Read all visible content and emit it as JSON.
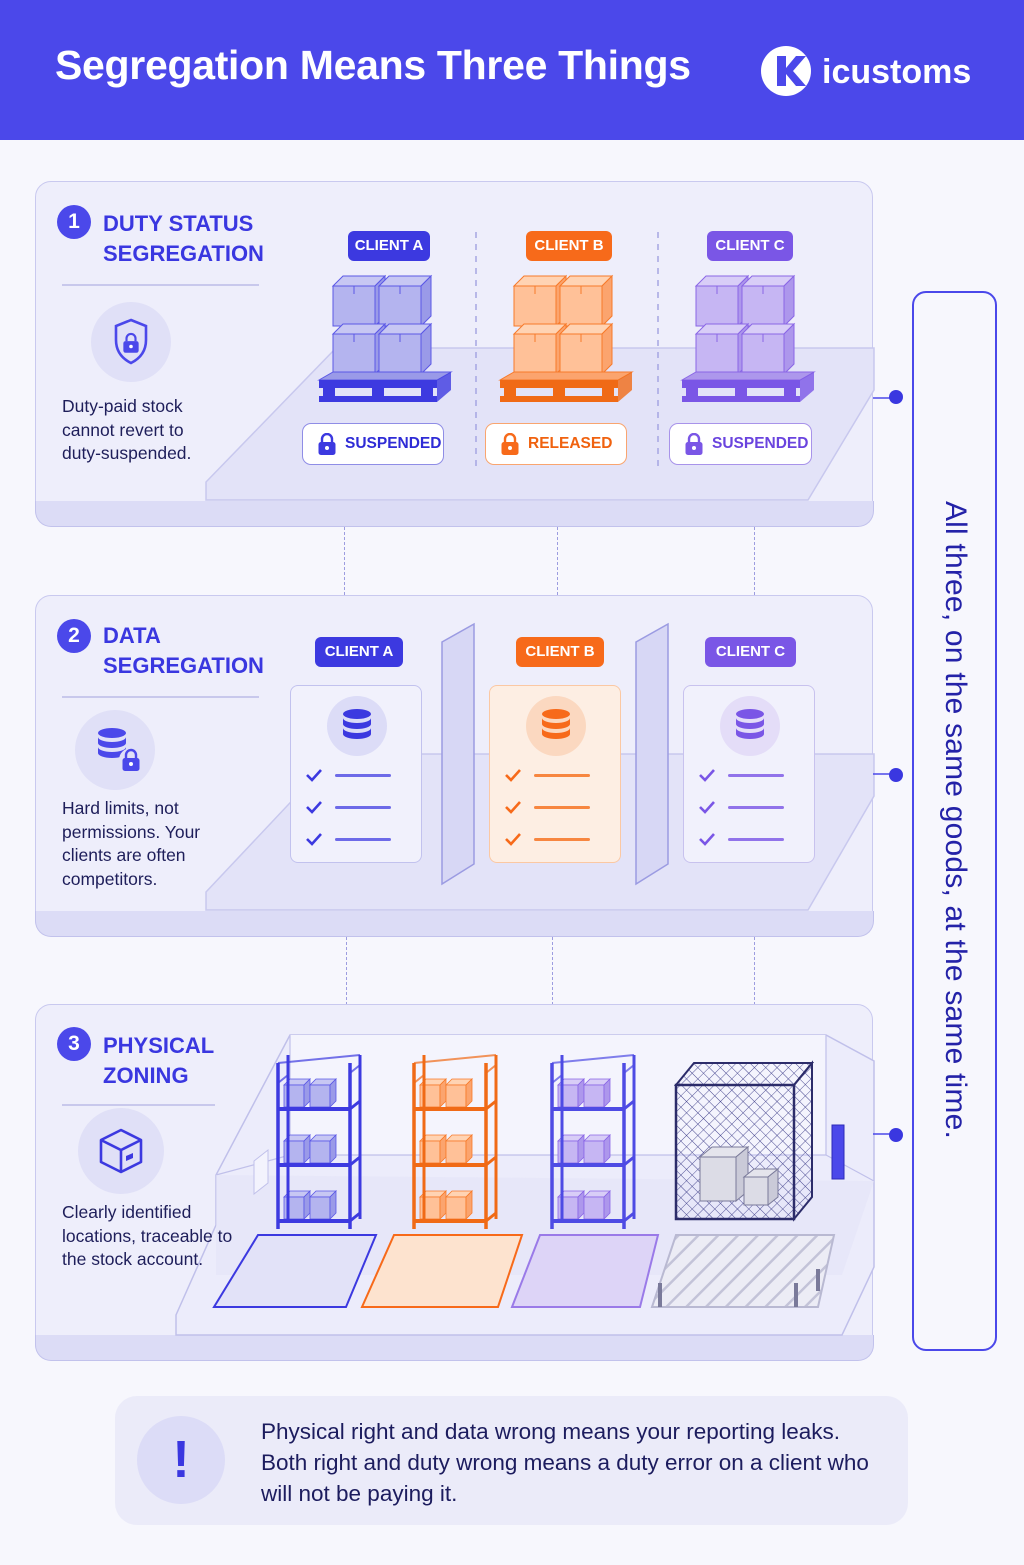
{
  "header": {
    "title": "Segregation Means Three Things",
    "brand": "icustoms"
  },
  "colors": {
    "header_bg": "#4b48ea",
    "client_a": "#3c39e0",
    "client_b": "#f76a1a",
    "client_c": "#7a56e6"
  },
  "sections": [
    {
      "number": "1",
      "title": "DUTY STATUS SEGREGATION",
      "icon": "shield-lock-icon",
      "description": "Duty-paid stock cannot revert to duty-suspended.",
      "clients": [
        "CLIENT A",
        "CLIENT B",
        "CLIENT C"
      ],
      "statuses": [
        "SUSPENDED",
        "RELEASED",
        "SUSPENDED"
      ]
    },
    {
      "number": "2",
      "title": "DATA SEGREGATION",
      "icon": "database-lock-icon",
      "description": "Hard limits, not permissions. Your clients are often competitors.",
      "clients": [
        "CLIENT A",
        "CLIENT B",
        "CLIENT C"
      ]
    },
    {
      "number": "3",
      "title": "PHYSICAL ZONING",
      "icon": "box-icon",
      "description": "Clearly identified locations, traceable to the stock account."
    }
  ],
  "side_note": "All three, on the same goods, at the same time.",
  "bottom_note": {
    "icon": "exclamation-icon",
    "text": "Physical right and data wrong means your reporting leaks. Both right and duty wrong means a duty error on a client who will not be paying it."
  }
}
